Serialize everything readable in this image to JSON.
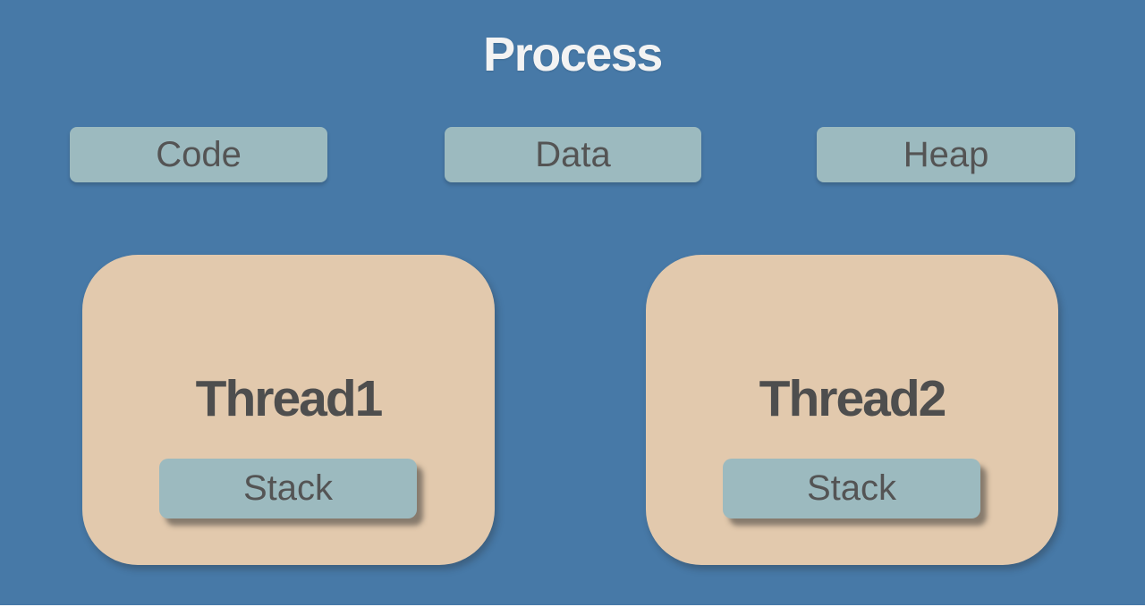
{
  "diagram": {
    "title": "Process"
  },
  "segments": [
    {
      "label": "Code"
    },
    {
      "label": "Data"
    },
    {
      "label": "Heap"
    }
  ],
  "threads": [
    {
      "name": "Thread1",
      "stack_label": "Stack"
    },
    {
      "name": "Thread2",
      "stack_label": "Stack"
    }
  ],
  "colors": {
    "background": "#4779A7",
    "segment_fill": "#9CBABF",
    "thread_fill": "#E2C9AD",
    "label_text": "#545454",
    "title_text": "#F3F3F3"
  }
}
